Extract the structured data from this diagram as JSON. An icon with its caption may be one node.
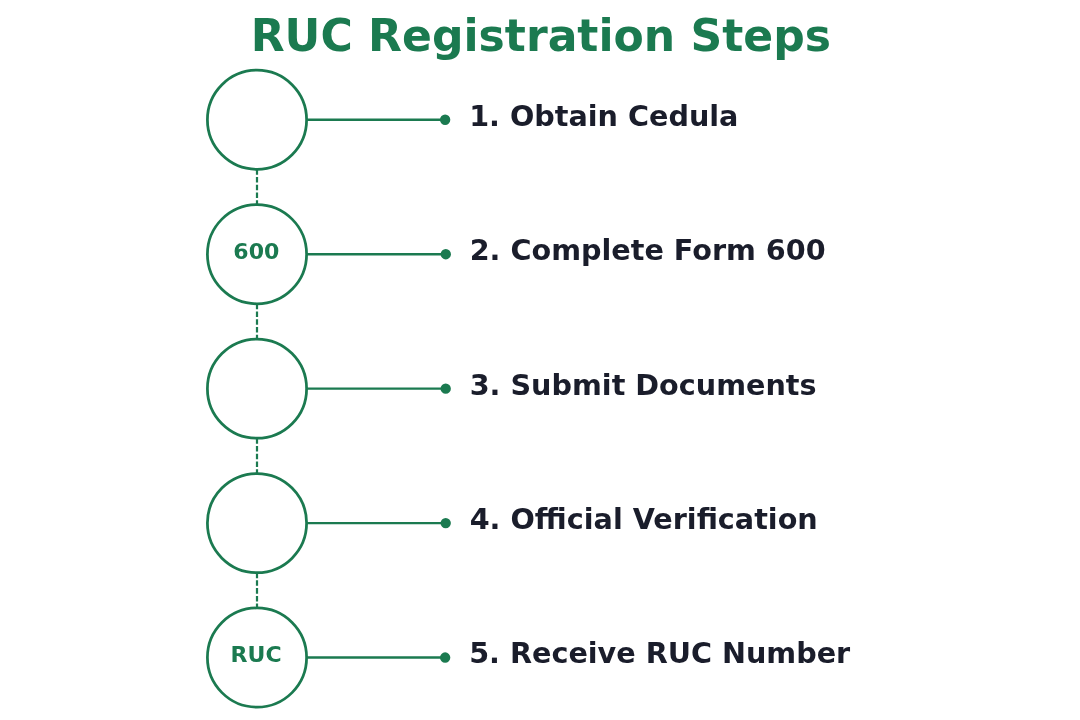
{
  "diagram": {
    "title": "RUC Registration Steps",
    "nodes": [
      {
        "text": [],
        "shape": "circle"
      },
      {
        "text": [
          "1. Obtain Cedula"
        ]
      },
      {
        "text": [
          "600"
        ]
      },
      {
        "text": [
          "2. Complete Form 600"
        ]
      },
      {
        "text": [],
        "shape": "circle"
      },
      {
        "text": [
          "3. Submit Documents"
        ]
      },
      {
        "text": [],
        "shape": "circle"
      },
      {
        "text": [
          "4. Official Verification"
        ]
      },
      {
        "text": [
          "RUC"
        ]
      },
      {
        "text": [
          "5. Receive RUC Number"
        ]
      }
    ],
    "edges": [
      {
        "from": 0,
        "to": 1,
        "arrow": "other"
      },
      {
        "from": 0,
        "to": 2,
        "arrow": "none",
        "style": "dashed"
      },
      {
        "from": 2,
        "to": 3,
        "arrow": "other"
      },
      {
        "from": 2,
        "to": 4,
        "arrow": "none",
        "style": "dashed"
      },
      {
        "from": 4,
        "to": 5,
        "arrow": "other"
      },
      {
        "from": 4,
        "to": 6,
        "arrow": "none",
        "style": "dashed"
      },
      {
        "from": 6,
        "to": 7,
        "arrow": "other"
      },
      {
        "from": 6,
        "to": 8,
        "arrow": "none",
        "style": "dashed"
      },
      {
        "from": 8,
        "to": 9,
        "arrow": "other"
      }
    ]
  }
}
